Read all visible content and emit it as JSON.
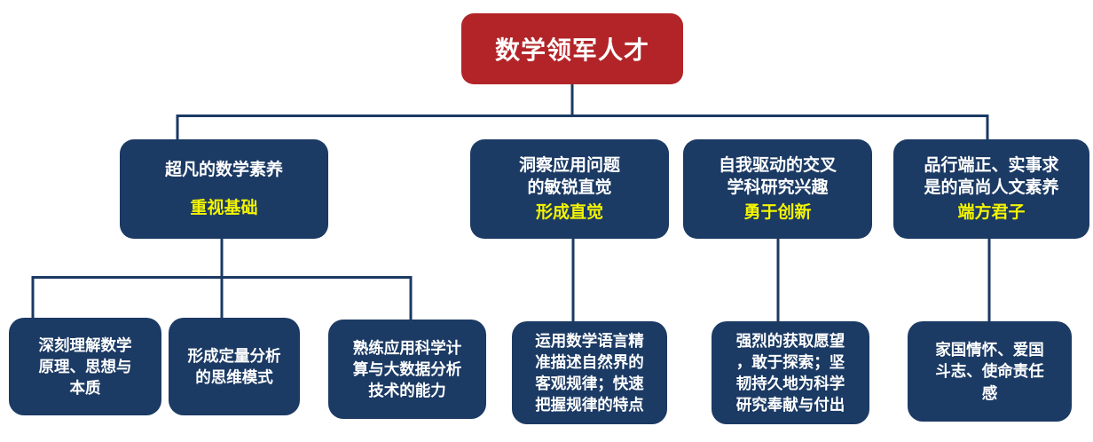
{
  "diagram": {
    "colors": {
      "root_bg": "#B22428",
      "node_bg": "#1B3A64",
      "tagline_text": "#F4F400",
      "node_text": "#FFFFFF",
      "connector": "#1B3A64"
    },
    "root": {
      "label": "数学领军人才"
    },
    "level2": [
      {
        "title_lines": [
          "超凡的数学素养"
        ],
        "tagline": "重视基础"
      },
      {
        "title_lines": [
          "洞察应用问题",
          "的敏锐直觉"
        ],
        "tagline": "形成直觉"
      },
      {
        "title_lines": [
          "自我驱动的交叉",
          "学科研究兴趣"
        ],
        "tagline": "勇于创新"
      },
      {
        "title_lines": [
          "品行端正、实事求",
          "是的高尚人文素养"
        ],
        "tagline": "端方君子"
      }
    ],
    "level3": [
      {
        "lines": [
          "深刻理解数学",
          "原理、思想与",
          "本质"
        ]
      },
      {
        "lines": [
          "形成定量分析",
          "的思维模式"
        ]
      },
      {
        "lines": [
          "熟练应用科学计",
          "算与大数据分析",
          "技术的能力"
        ]
      },
      {
        "lines": [
          "运用数学语言精",
          "准描述自然界的",
          "客观规律；快速",
          "把握规律的特点"
        ]
      },
      {
        "lines": [
          "强烈的获取愿望",
          "，敢于探索；坚",
          "韧持久地为科学",
          "研究奉献与付出"
        ]
      },
      {
        "lines": [
          "家国情怀、爱国",
          "斗志、使命责任",
          "感"
        ]
      }
    ]
  }
}
